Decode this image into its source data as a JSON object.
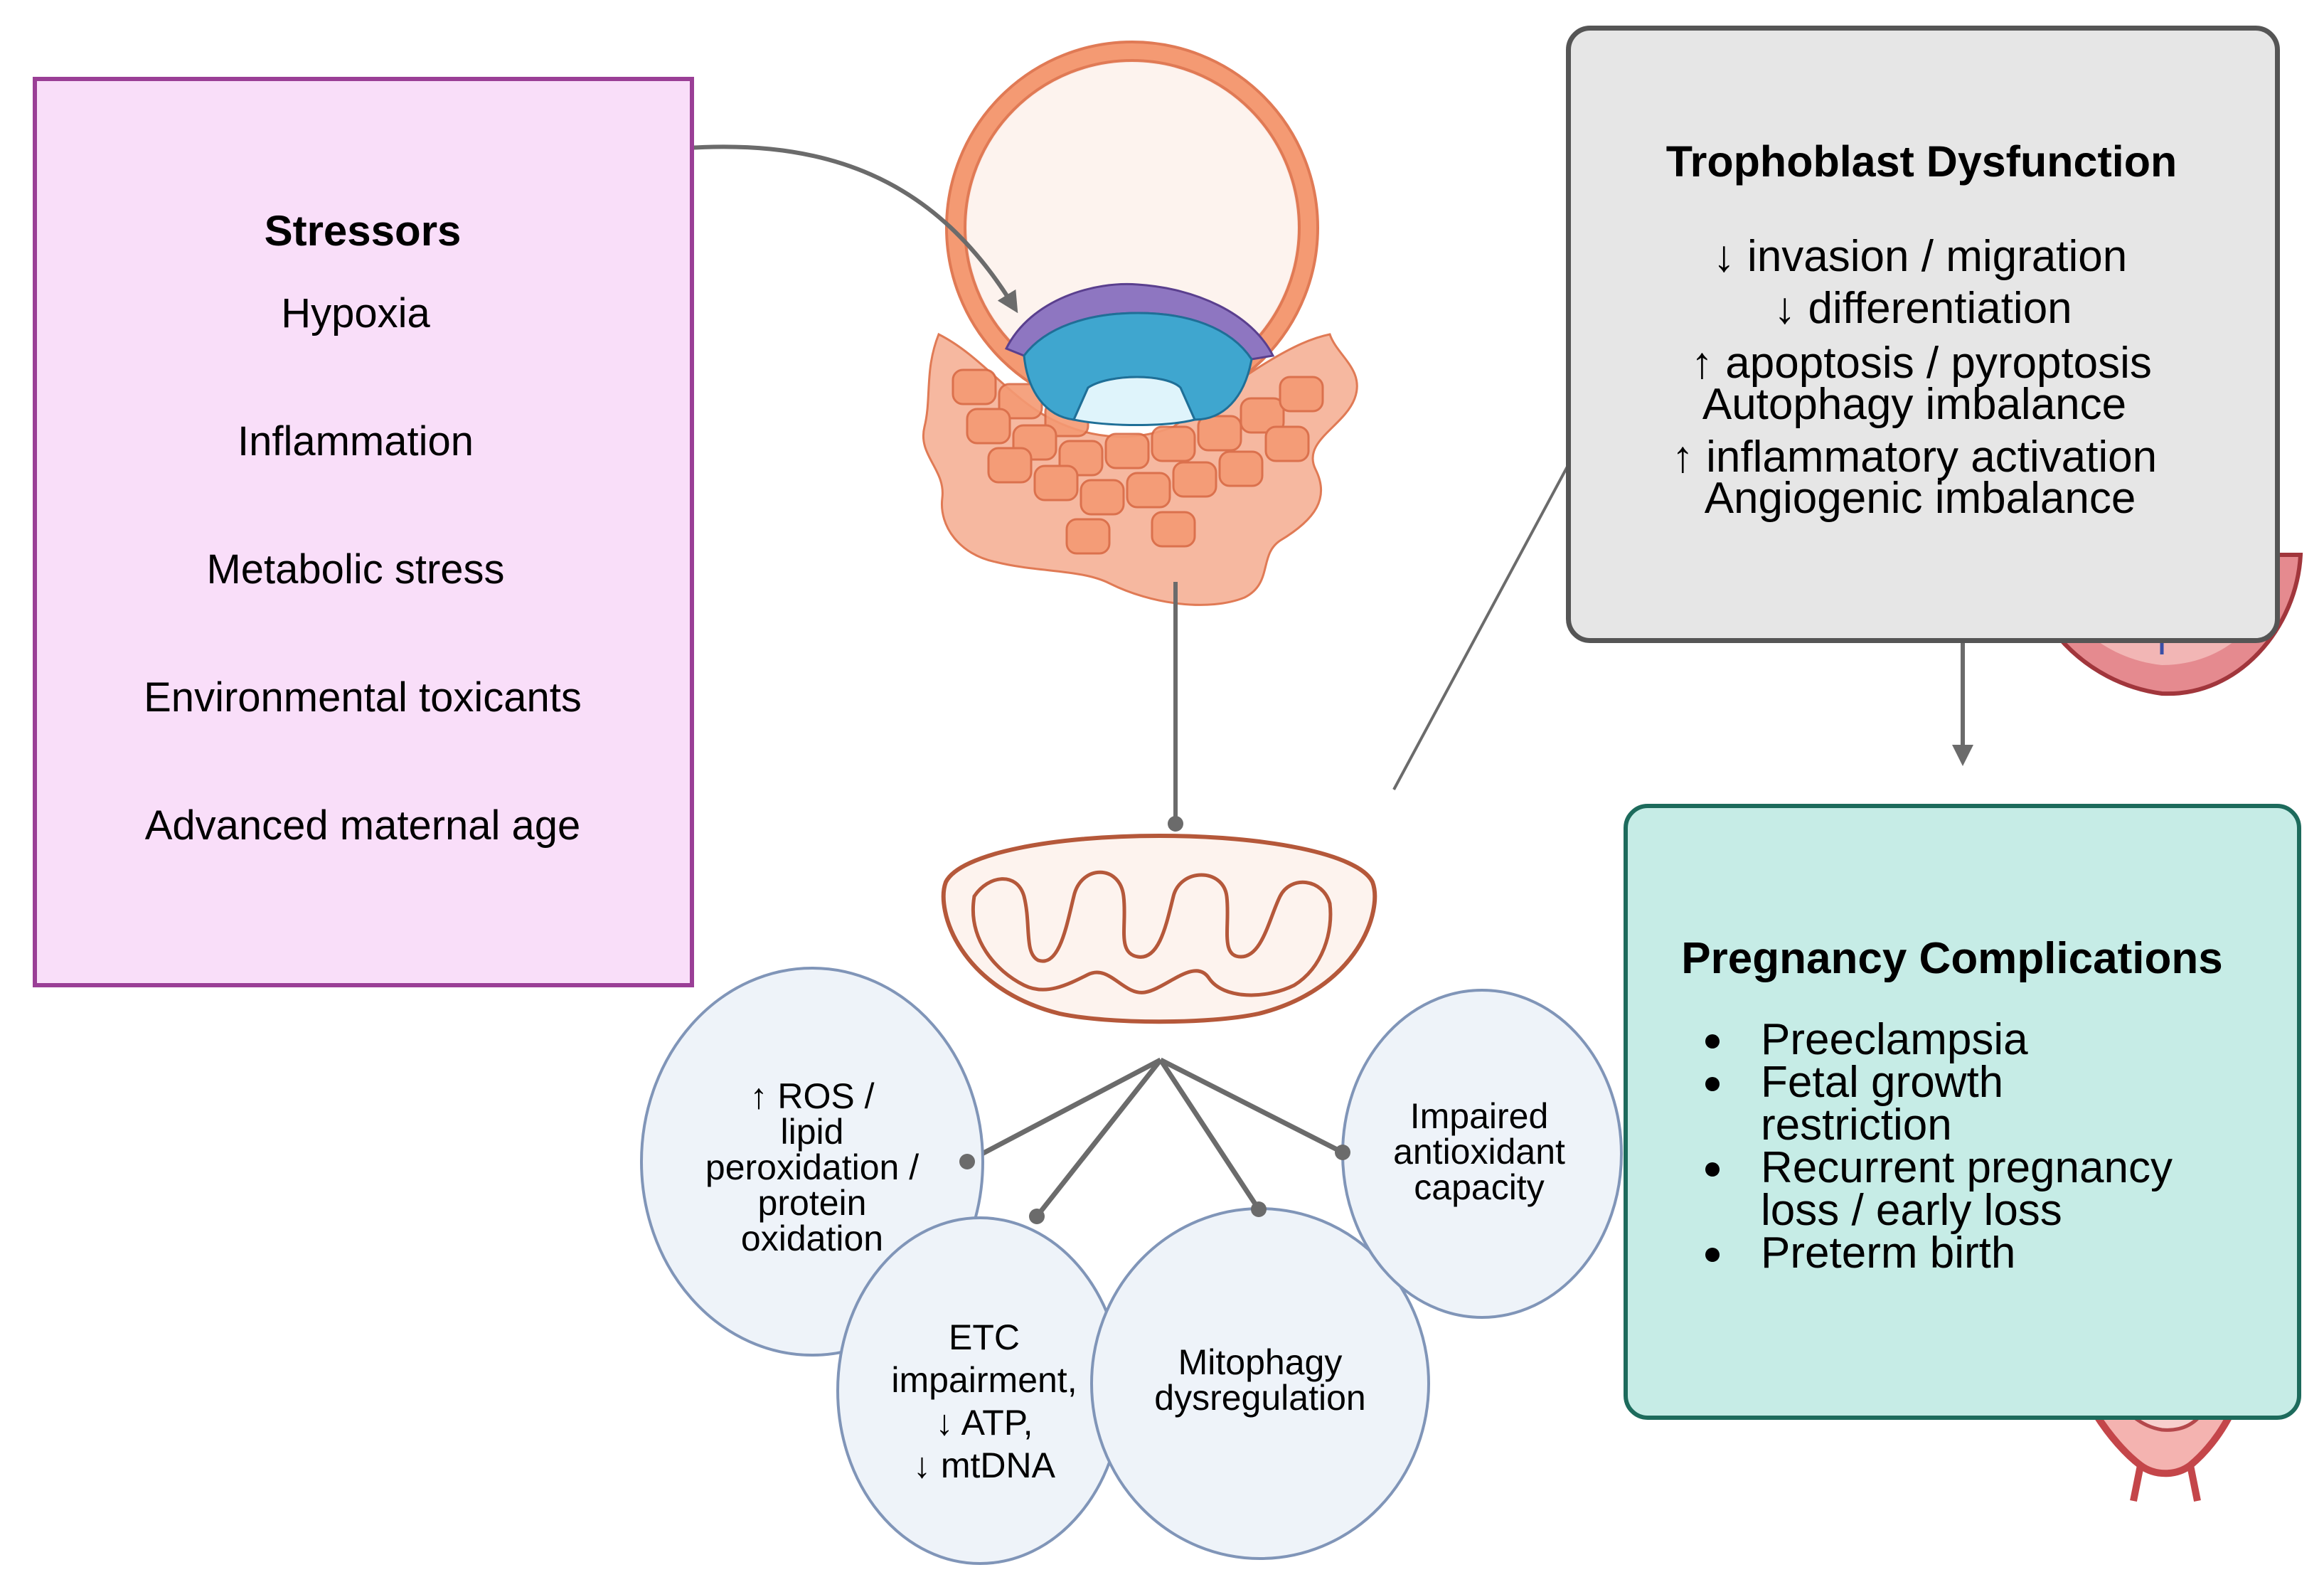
{
  "stressors": {
    "title": "Stressors",
    "items": [
      "Hypoxia",
      "Inflammation",
      "Metabolic stress",
      "Environmental toxicants",
      "Advanced maternal age"
    ]
  },
  "trophoblast": {
    "title": "Trophoblast Dysfunction",
    "items": [
      "↓ invasion / migration",
      "↓ differentiation",
      "↑ apoptosis / pyroptosis",
      "Autophagy imbalance",
      "↑ inflammatory activation",
      "Angiogenic imbalance"
    ]
  },
  "complications": {
    "title": "Pregnancy Complications",
    "items": [
      {
        "lines": [
          "Preeclampsia"
        ]
      },
      {
        "lines": [
          "Fetal growth",
          "restriction"
        ]
      },
      {
        "lines": [
          "Recurrent pregnancy",
          "loss / early loss"
        ]
      },
      {
        "lines": [
          "Preterm birth"
        ]
      }
    ]
  },
  "mito_effects": {
    "ros": [
      "↑ ROS /",
      "lipid",
      "peroxidation /",
      "protein",
      "oxidation"
    ],
    "etc": [
      "ETC",
      "impairment,",
      "↓ ATP,",
      "↓ mtDNA"
    ],
    "mitophagy": [
      "Mitophagy",
      "dysregulation"
    ],
    "antioxidant": [
      "Impaired",
      "antioxidant",
      "capacity"
    ]
  },
  "colors": {
    "stress_fill": "#f9def9",
    "stress_border": "#9a3e96",
    "tropho_fill": "#e6e6e6",
    "tropho_border": "#555555",
    "preg_fill": "#c6ece6",
    "preg_border": "#1d6b5c",
    "circle_fill": "#eef3f9",
    "circle_border": "#8095b8",
    "connector": "#6b6b6b"
  }
}
